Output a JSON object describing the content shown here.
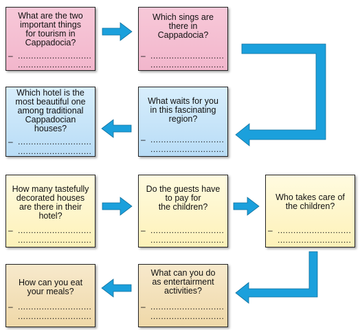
{
  "cards": [
    {
      "question": [
        "What are the two",
        "important things",
        "for tourism in",
        "Cappadocia?"
      ],
      "dash": "–",
      "dots": "......................................"
    },
    {
      "question": [
        "Which sings are",
        "there in",
        "Cappadocia?"
      ],
      "dash": "–",
      "dots": "......................................"
    },
    {
      "question": [
        "What waits for you",
        "in this fascinating",
        "region?"
      ],
      "dash": "–",
      "dots": "......................................"
    },
    {
      "question": [
        "Which hotel is the",
        "most beautiful one",
        "among traditional",
        "Cappadocian",
        "houses?"
      ],
      "dash": "–",
      "dots": "......................................"
    },
    {
      "question": [
        "How many tastefully",
        "decorated houses",
        "are there in their",
        "hotel?"
      ],
      "dash": "–",
      "dots": "......................................"
    },
    {
      "question": [
        "Do the guests have",
        "to pay for",
        "the children?"
      ],
      "dash": "–",
      "dots": "......................................"
    },
    {
      "question": [
        "Who takes care of",
        "the children?"
      ],
      "dash": "–",
      "dots": "......................................"
    },
    {
      "question": [
        "What can you do",
        "as entertairment",
        "activities?"
      ],
      "dash": "–",
      "dots": "......................................"
    },
    {
      "question": [
        "How can you eat",
        "your meals?"
      ],
      "dash": "–",
      "dots": "......................................"
    }
  ],
  "colors": {
    "arrow": "#1ba0dc",
    "pink": "#f2b6cc",
    "blue": "#b8dcf6",
    "yellow": "#fdf1b8",
    "tan": "#efd8a8"
  }
}
